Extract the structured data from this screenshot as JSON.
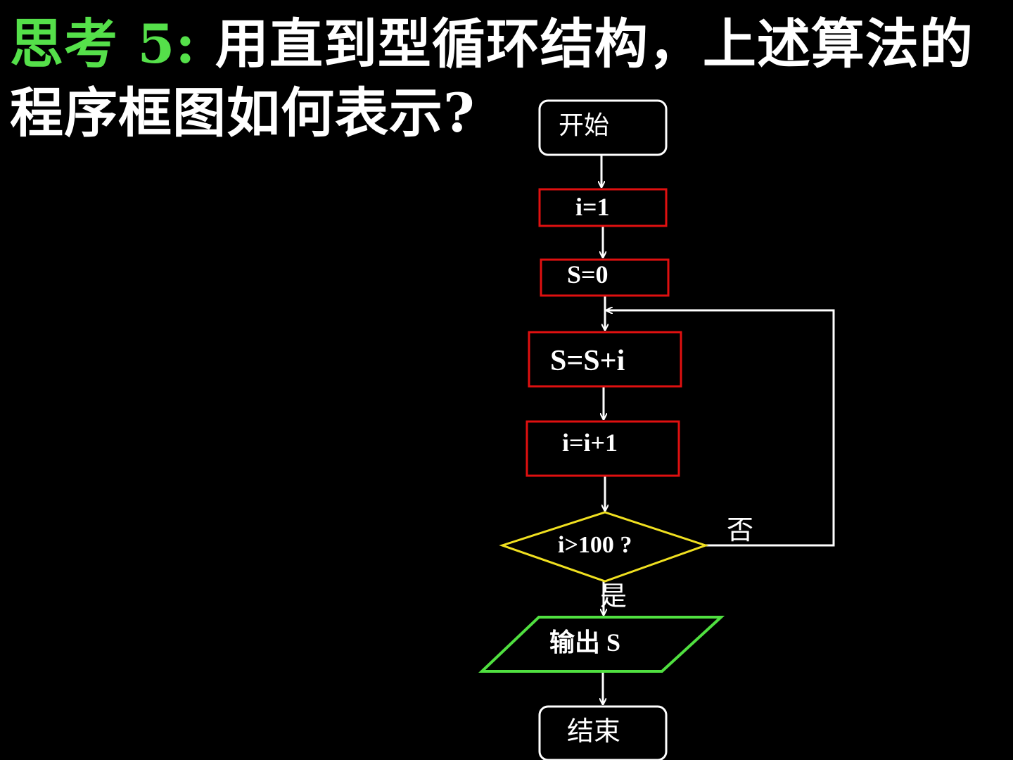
{
  "title": {
    "prefix": "思考 5:",
    "text": "用直到型循环结构，上述算法的程序框图如何表示?"
  },
  "flowchart": {
    "nodes": {
      "start": "开始",
      "init_i": "i=1",
      "init_s": "S=0",
      "accumulate": "S=S+i",
      "increment": "i=i+1",
      "condition": "i>100 ?",
      "output": "输出 S",
      "end": "结束"
    },
    "edge_labels": {
      "no": "否",
      "yes": "是"
    }
  },
  "colors": {
    "background": "#000000",
    "title_highlight": "#55e04a",
    "terminal_border": "#ffffff",
    "process_border": "#e01010",
    "decision_border": "#f0e020",
    "io_border": "#50e040",
    "connector": "#ffffff"
  }
}
